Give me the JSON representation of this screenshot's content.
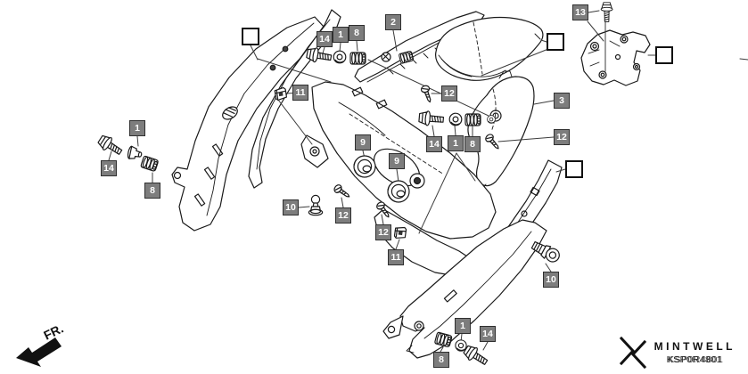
{
  "diagram": {
    "type": "exploded-parts-diagram",
    "orientation_label": "FR.",
    "empty_ref_boxes": 4,
    "callouts": [
      {
        "ref": "14"
      },
      {
        "ref": "1"
      },
      {
        "ref": "8"
      },
      {
        "ref": "2"
      },
      {
        "ref": "13"
      },
      {
        "ref": "12"
      },
      {
        "ref": "3"
      },
      {
        "ref": "11"
      },
      {
        "ref": "1"
      },
      {
        "ref": "9"
      },
      {
        "ref": "14"
      },
      {
        "ref": "1"
      },
      {
        "ref": "8"
      },
      {
        "ref": "12"
      },
      {
        "ref": "9"
      },
      {
        "ref": "14"
      },
      {
        "ref": "8"
      },
      {
        "ref": "10"
      },
      {
        "ref": "12"
      },
      {
        "ref": "12"
      },
      {
        "ref": "11"
      },
      {
        "ref": "10"
      },
      {
        "ref": "1"
      },
      {
        "ref": "14"
      },
      {
        "ref": "8"
      }
    ],
    "colors": {
      "callout_bg": "#7d7d7d",
      "callout_text": "#ffffff",
      "line_art": "#1a1a1a",
      "background": "#ffffff"
    },
    "icons": {
      "fr_direction": "thick-arrow-southwest",
      "brand_logo": "mintwell-angular-m-mark",
      "fasteners": [
        "flange-bolt-icon",
        "washer-icon",
        "collar-icon",
        "ribbed-grommet-icon",
        "round-grommet-icon",
        "clip-nut-icon",
        "ball-stud-icon",
        "shoulder-bolt-icon",
        "pan-screw-icon"
      ]
    }
  },
  "footer": {
    "brand": "MINTWELL",
    "code": "KSP0R4801"
  }
}
